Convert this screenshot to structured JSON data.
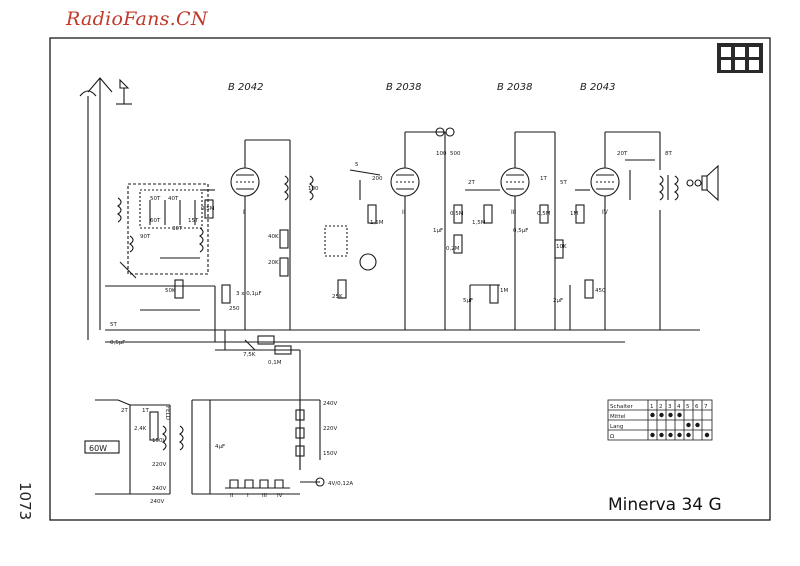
{
  "watermark": "RadioFans.CN",
  "page_number": "1073",
  "title": "Minerva 34 G",
  "tubes": [
    "B 2042",
    "B 2038",
    "B 2038",
    "B 2043"
  ],
  "stage_numerals": [
    "I",
    "II",
    "III",
    "IV"
  ],
  "lamp_label": "60W",
  "voltage_taps": [
    "240V",
    "220V",
    "150V"
  ],
  "pilot_lamp": "4V/0,12A",
  "mains_voltage": "240V",
  "field_label": "FELD",
  "secondary_taps": [
    "150V",
    "220V",
    "240V"
  ],
  "rectifier_taps": [
    "II",
    "I",
    "III",
    "IV"
  ],
  "components": {
    "c_5T": "5T",
    "c_05uF": "0,5μF",
    "r_50K": "50K",
    "r_05M": "0,5M",
    "c_3x01": "3 x 0,1μF",
    "r_40K": "40K",
    "r_20K": "20K",
    "r_250": "250",
    "r_75K": "7,5K",
    "r_01M": "0,1M",
    "c_100a": "100",
    "c_100b": "100",
    "c_500": "500",
    "c_200": "200",
    "n_5": "5",
    "r_15M": "1,5M",
    "r_25K": "25K",
    "c_2T_a": "2T",
    "r_05M_b": "0,5M",
    "r_15M_b": "1,5M",
    "c_1uF": "1μF",
    "r_02M": "0,2M",
    "c_5uF": "5μF",
    "r_1M": "1M",
    "c_1T": "1T",
    "r_05M_c": "0,5M",
    "c_05uF_b": "0,5μF",
    "r_10K": "10K",
    "c_5T_b": "5T",
    "r_1M_b": "1M",
    "c_2uF": "2μF",
    "r_450": "450",
    "c_20T": "20T",
    "c_8T": "8T",
    "c_4uF": "4μF",
    "c_2T_b": "2T",
    "r_24K": "2,4K",
    "c_1T_b": "1T",
    "c_50T": "50T",
    "c_30T": "30T",
    "c_40T": "40T",
    "c_15T": "15T",
    "c_60T": "60T",
    "c_90T": "90T"
  },
  "switch_table": {
    "header_label": "Schalter",
    "columns": [
      "1",
      "2",
      "3",
      "4",
      "5",
      "6",
      "7"
    ],
    "rows": [
      {
        "label": "Mittel",
        "dots": [
          true,
          true,
          true,
          true,
          false,
          false,
          false
        ]
      },
      {
        "label": "Lang",
        "dots": [
          false,
          false,
          false,
          false,
          true,
          true,
          false
        ]
      },
      {
        "label": "Ω",
        "dots": [
          true,
          true,
          true,
          true,
          true,
          false,
          true
        ]
      }
    ]
  }
}
